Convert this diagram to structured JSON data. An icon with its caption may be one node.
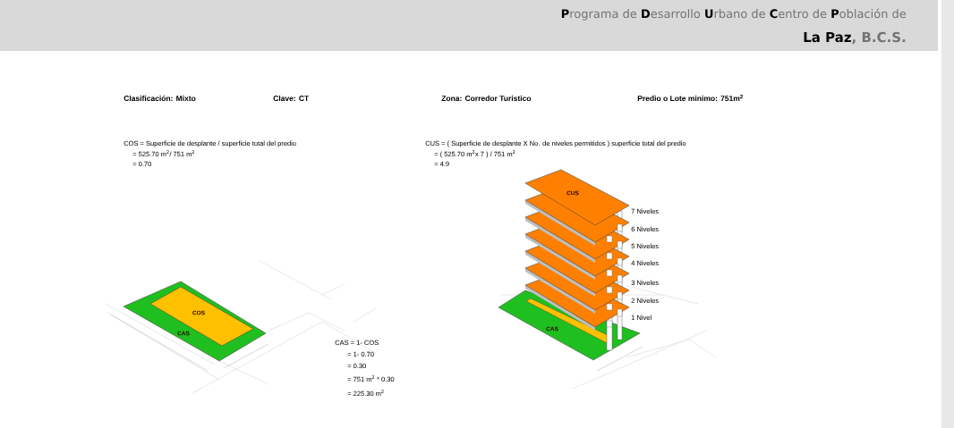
{
  "diagram": {
    "title": "**P**rograma de **D**esarrollo **U**rbano de **C**entro de **P**oblación de",
    "caption": "**La Paz**, B.C.S.",
    "nodes": [
      {
        "text": [
          "CAS"
        ]
      },
      {
        "text": [
          "COS"
        ],
        "in": 0
      },
      {
        "text": [
          "CAS"
        ]
      },
      {
        "text": [
          "CUS"
        ]
      }
    ],
    "labels": [
      "Clasificación: Mixto",
      "Clave: CT",
      "Zona: Corredor Turistico",
      "Predio o Lote minimo: 751m$^{2}$",
      "COS = Superficie de desplante / superficie total del predio",
      "= 525.70 m$^{2}$/ 751 m$^{2}$",
      "= 0.70",
      "CUS = ( Superficie de desplante X No. de niveles permitidos ) superficie total del predio",
      "= ( 525.70 m$^{2}$x 7 ) / 751 m$^{2}$",
      "= 4.9",
      "7 Niveles",
      "6 Niveles",
      "5 Niveles",
      "4 Niveles",
      "3 Niveles",
      "2 Niveles",
      "1 Nivel",
      "CAS = 1- COS",
      "= 1- 0.70",
      "= 0.30",
      "= 751 m$^{2}$ * 0.30",
      "= 225.30 m$^{2}$"
    ]
  }
}
